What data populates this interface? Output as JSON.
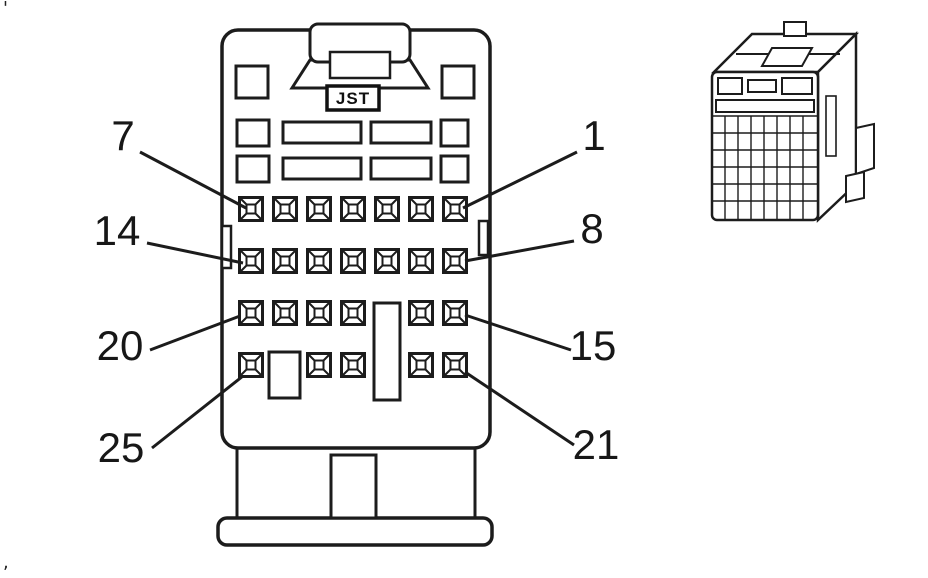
{
  "diagram": {
    "type": "electrical-connector-pinout",
    "brand_label": "JST"
  },
  "callouts": [
    {
      "label": "7",
      "side": "left"
    },
    {
      "label": "1",
      "side": "right"
    },
    {
      "label": "14",
      "side": "left"
    },
    {
      "label": "8",
      "side": "right"
    },
    {
      "label": "20",
      "side": "left"
    },
    {
      "label": "15",
      "side": "right"
    },
    {
      "label": "25",
      "side": "left"
    },
    {
      "label": "21",
      "side": "right"
    }
  ],
  "artifacts": {
    "top_left": "'",
    "bottom_left": ","
  },
  "colors": {
    "line": "#1c1c1c",
    "background": "#ffffff"
  }
}
